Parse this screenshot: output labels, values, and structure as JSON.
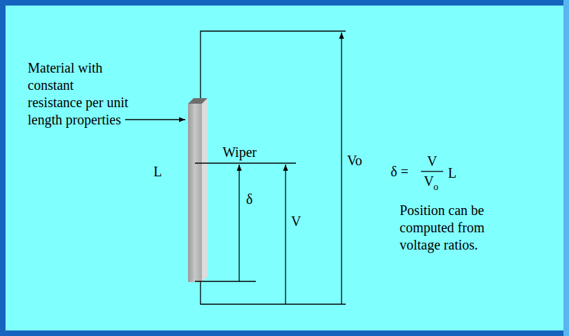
{
  "diagram": {
    "labels": [
      "Material with constant resistance per unit length properties",
      "Wiper",
      "L",
      "δ",
      "V",
      "Vo",
      "δ =",
      "V",
      "V",
      "o",
      "L",
      "Position can be computed from voltage ratios."
    ]
  }
}
